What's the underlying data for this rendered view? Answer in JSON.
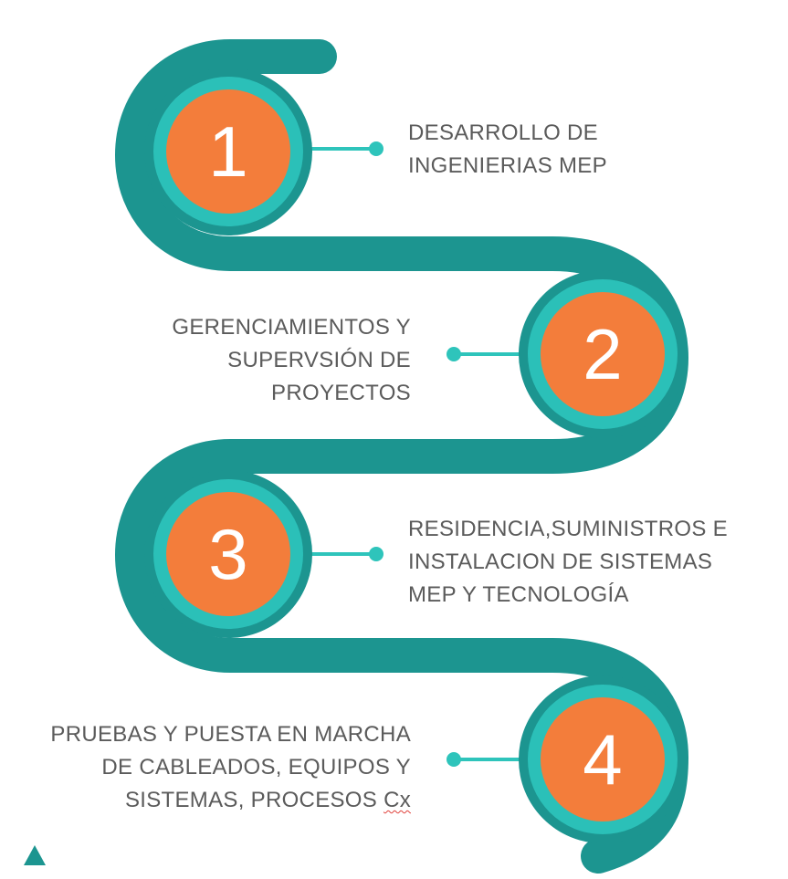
{
  "colors": {
    "path_dark": "#1c9590",
    "ring_light": "#2bc0b8",
    "circle_orange": "#f37d3b",
    "connector": "#2ec4bb",
    "text": "#5b5b5b",
    "number": "#ffffff"
  },
  "steps": [
    {
      "number": "1",
      "lines": [
        "DESARROLLO DE",
        "INGENIERIAS MEP"
      ]
    },
    {
      "number": "2",
      "lines": [
        "GERENCIAMIENTOS Y",
        "SUPERVSIÓN DE",
        "PROYECTOS"
      ]
    },
    {
      "number": "3",
      "lines": [
        "RESIDENCIA,SUMINISTROS E",
        "INSTALACION DE SISTEMAS",
        "MEP Y TECNOLOGÍA"
      ]
    },
    {
      "number": "4",
      "lines": [
        "PRUEBAS Y PUESTA EN MARCHA",
        "DE CABLEADOS, EQUIPOS Y",
        "SISTEMAS, PROCESOS ",
        "Cx"
      ]
    }
  ],
  "decorations": {
    "corner_icon": "triangle-icon"
  }
}
